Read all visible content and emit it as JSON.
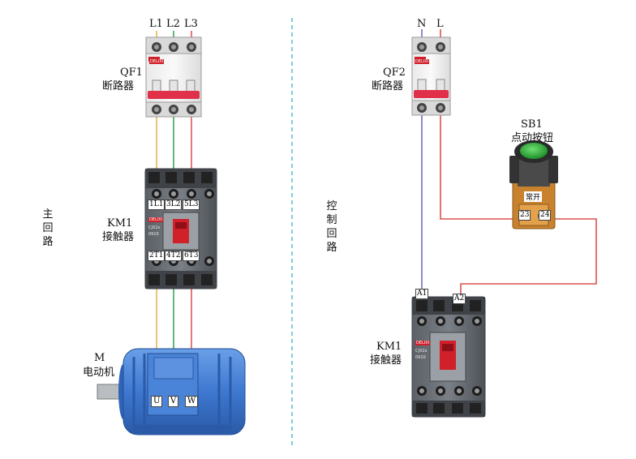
{
  "main_circuit": {
    "side_label": "主回路",
    "phase_labels": [
      "L1",
      "L2",
      "L3"
    ],
    "breaker": {
      "name": "QF1",
      "type": "断路器",
      "brand": "DELIXI"
    },
    "contactor": {
      "name": "KM1",
      "type": "接触器",
      "brand": "DELIXI",
      "model": "CJX2s",
      "rating": "0910",
      "top_terminals": [
        "1L1",
        "3L2",
        "5L3"
      ],
      "bottom_terminals": [
        "2T1",
        "4T2",
        "6T3"
      ]
    },
    "motor": {
      "name": "M",
      "type": "电动机",
      "terminals": [
        "U",
        "V",
        "W"
      ]
    }
  },
  "control_circuit": {
    "side_label": "控制回路",
    "supply_labels": [
      "N",
      "L"
    ],
    "breaker": {
      "name": "QF2",
      "type": "断路器",
      "brand": "DELIXI"
    },
    "button": {
      "name": "SB1",
      "type": "点动按钮",
      "contact_type": "常开",
      "terminals": [
        "23",
        "24"
      ]
    },
    "contactor": {
      "name": "KM1",
      "type": "接触器",
      "brand": "DELIXI",
      "model": "CJX2s",
      "rating": "0910",
      "coil_terminals": [
        "A1",
        "A2"
      ]
    }
  },
  "wire_colors": {
    "L1": "#e8b84a",
    "L2": "#3aa659",
    "L3": "#e25555",
    "N": "#6b6fc7",
    "L": "#d9534f",
    "divider": "#5bb5e0"
  }
}
